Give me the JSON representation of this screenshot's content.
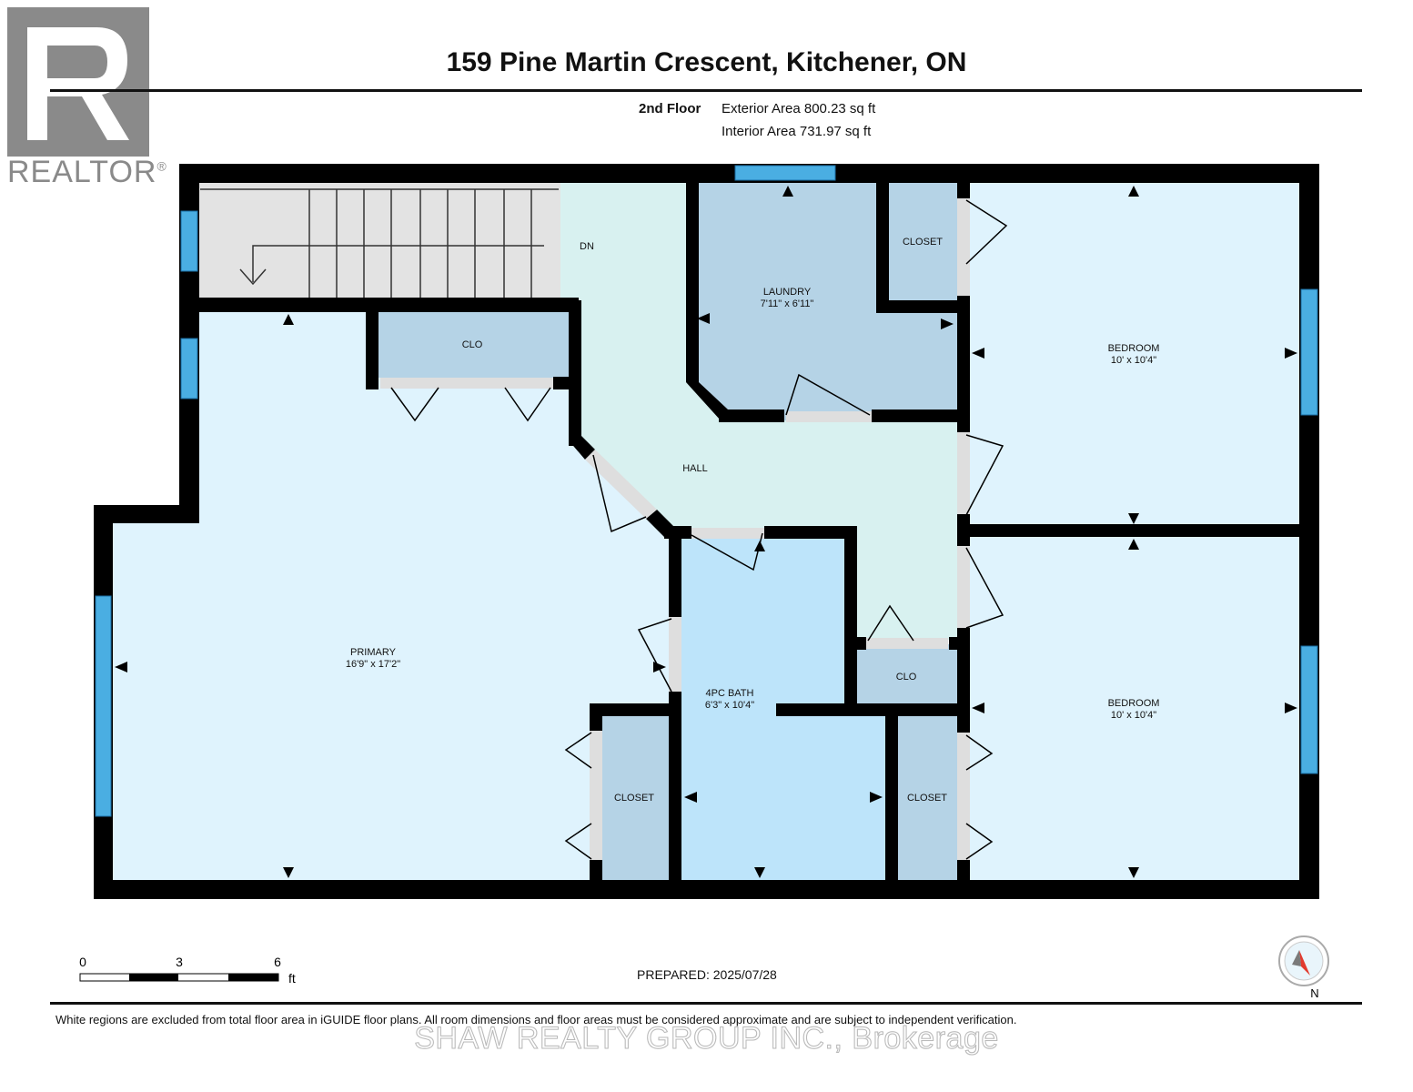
{
  "header": {
    "title": "159 Pine Martin Crescent, Kitchener, ON",
    "floor": "2nd Floor",
    "exterior_area": "Exterior Area 800.23 sq ft",
    "interior_area": "Interior Area 731.97 sq ft"
  },
  "logo": {
    "text": "REALTOR",
    "mark": "®"
  },
  "rooms": {
    "laundry": {
      "name": "LAUNDRY",
      "dims": "7'11\" x 6'11\""
    },
    "bedroom_top": {
      "name": "BEDROOM",
      "dims": "10' x 10'4\""
    },
    "bedroom_bottom": {
      "name": "BEDROOM",
      "dims": "10' x 10'4\""
    },
    "primary": {
      "name": "PRIMARY",
      "dims": "16'9\" x 17'2\""
    },
    "bath": {
      "name": "4PC BATH",
      "dims": "6'3\" x 10'4\""
    },
    "hall": {
      "name": "HALL"
    },
    "closet_top": {
      "name": "CLOSET"
    },
    "closet_primary": {
      "name": "CLOSET"
    },
    "closet_bedroom": {
      "name": "CLOSET"
    },
    "clo_primary": {
      "name": "CLO"
    },
    "clo_hall": {
      "name": "CLO"
    },
    "stairs": {
      "label": "DN"
    }
  },
  "scale": {
    "ticks": [
      "0",
      "3",
      "6"
    ],
    "unit": "ft"
  },
  "compass": {
    "label": "N"
  },
  "prepared": "PREPARED: 2025/07/28",
  "disclaimer": "White regions are excluded from total floor area in iGUIDE floor plans. All room dimensions and floor areas must be considered approximate and are subject to independent verification.",
  "watermark": "SHAW REALTY GROUP INC., Brokerage",
  "colors": {
    "primary_fill": "#dff3fd",
    "laundry_fill": "#b5d3e6",
    "bath_fill": "#bde4fa",
    "hall_fill": "#d8f1f0",
    "bedroom_fill": "#dff3fd",
    "closet_fill": "#b5d3e6",
    "stairs_fill": "#e3e3e3",
    "window": "#4aaee2",
    "wall": "#000000"
  }
}
